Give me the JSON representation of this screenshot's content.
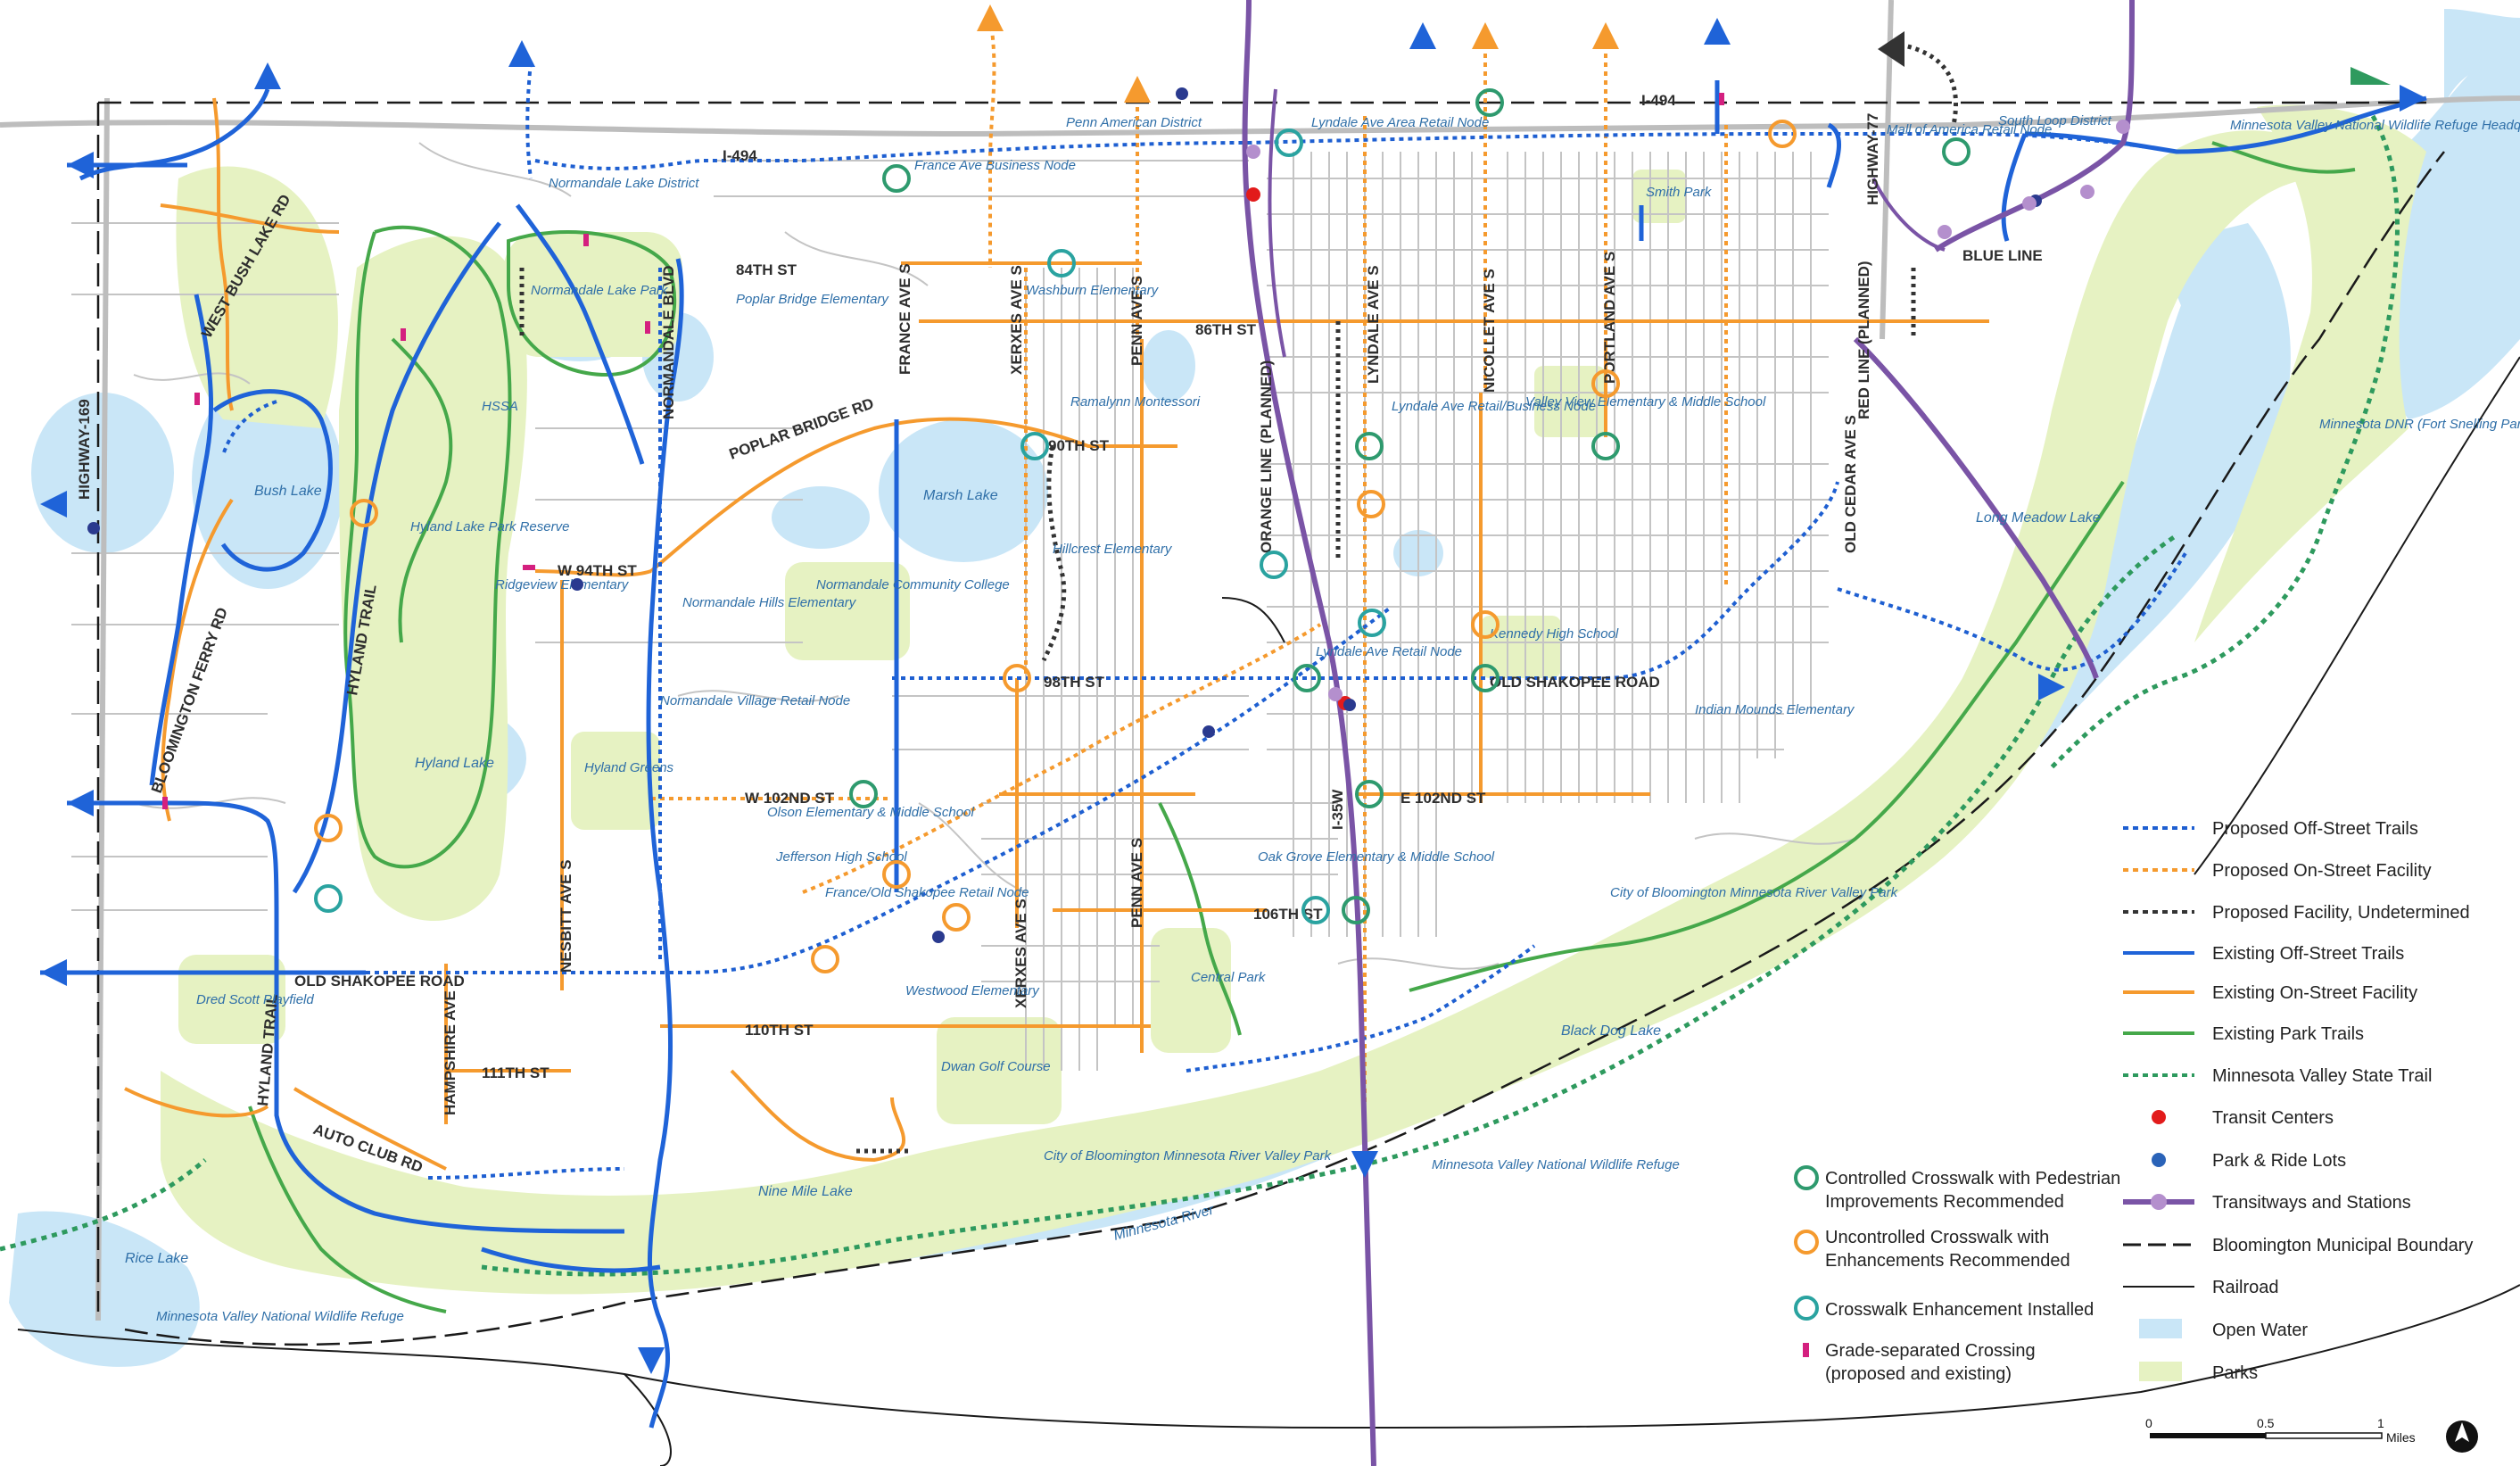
{
  "colors": {
    "water": "#c9e6f7",
    "park": "#e6f2c2",
    "proposed_off_street": "#1e5fd1",
    "proposed_on_street": "#f59a2e",
    "proposed_undetermined": "#333333",
    "existing_off_street": "#1f63d8",
    "existing_on_street": "#f59a2e",
    "existing_park_trails": "#45a84a",
    "mn_valley_state_trail": "#2e9a5e",
    "transit_center": "#e21b1b",
    "park_ride": "#2a63b8",
    "transitway": "#7a54a6",
    "station": "#b48fcd",
    "boundary": "#1a1a1a",
    "railroad": "#1a1a1a",
    "controlled_crosswalk": "#2e9a6e",
    "uncontrolled_crosswalk": "#f59a2e",
    "crosswalk_installed": "#2aa3a0",
    "grade_separated": "#d4207f"
  },
  "roads": {
    "i494": "I-494",
    "i494b": "I-494",
    "hwy169": "HIGHWAY-169",
    "hwy77": "HIGHWAY-77",
    "i35w": "I-35W",
    "west_bush_lake": "WEST BUSH LAKE RD",
    "bloomington_ferry": "BLOOMINGTON FERRY RD",
    "hyland_trail": "HYLAND TRAIL",
    "normandale_blvd": "NORMANDALE BLVD",
    "nesbitt": "NESBITT AVE S",
    "hampshire": "HAMPSHIRE AVE",
    "france": "FRANCE AVE S",
    "xerxes1": "XERXES AVE S",
    "xerxes2": "XERXES AVE S",
    "penn1": "PENN AVE S",
    "penn2": "PENN AVE S",
    "orange_line": "ORANGE LINE (PLANNED)",
    "lyndale": "LYNDALE AVE S",
    "nicollet": "NICOLLET AVE S",
    "portland": "PORTLAND AVE S",
    "red_line": "RED LINE (PLANNED)",
    "old_cedar": "OLD CEDAR AVE S",
    "blue_line": "BLUE LINE",
    "st84": "84TH ST",
    "st86": "86TH ST",
    "st90": "90TH ST",
    "st98": "98TH ST",
    "w94": "W 94TH ST",
    "w102": "W 102ND ST",
    "e102": "E 102ND ST",
    "st106": "106TH ST",
    "st110": "110TH ST",
    "st111": "111TH ST",
    "poplar_bridge": "POPLAR BRIDGE RD",
    "old_shakopee_w": "OLD SHAKOPEE ROAD",
    "old_shakopee_e": "OLD SHAKOPEE ROAD",
    "hyland_trail_s": "HYLAND TRAIL",
    "auto_club": "AUTO CLUB RD"
  },
  "places": {
    "normandale_lake_district": "Normandale Lake District",
    "normandale_lake_park": "Normandale Lake Park",
    "poplar_bridge_elem": "Poplar Bridge Elementary",
    "france_ave_node": "France Ave Business Node",
    "penn_american": "Penn American District",
    "lyndale_area_node": "Lyndale Ave Area Retail Node",
    "mall_of_america": "Mall of America Retail Node",
    "south_loop": "South Loop District",
    "smith_park": "Smith Park",
    "washburn": "Washburn Elementary",
    "hssa": "HSSA",
    "ramalynn": "Ramalynn Montessori",
    "lyndale_retail_node": "Lyndale Ave Retail/Business Node",
    "valley_view": "Valley View Elementary & Middle School",
    "bush_lake": "Bush Lake",
    "hyland_lake_park": "Hyland Lake Park Reserve",
    "marsh_lake": "Marsh Lake",
    "hillcrest": "Hillcrest Elementary",
    "ridgeview": "Ridgeview Elementary",
    "normandale_hills": "Normandale Hills Elementary",
    "normandale_college": "Normandale Community College",
    "kennedy": "Kennedy High School",
    "lyndale_node_s": "Lyndale Ave Retail Node",
    "normandale_village": "Normandale Village Retail Node",
    "hyland_lake": "Hyland Lake",
    "hyland_greens": "Hyland Greens",
    "indian_mounds": "Indian Mounds Elementary",
    "olson": "Olson Elementary & Middle School",
    "jefferson": "Jefferson High School",
    "oak_grove": "Oak Grove Elementary & Middle School",
    "france_old_shakopee": "France/Old Shakopee Retail Node",
    "dred_scott": "Dred Scott Playfield",
    "westwood": "Westwood Elementary",
    "central_park": "Central Park",
    "dwan": "Dwan Golf Course",
    "long_meadow": "Long Meadow Lake",
    "mn_valley_hq": "Minnesota Valley National Wildlife Refuge Headquarters",
    "mn_dnr": "Minnesota DNR (Fort Snelling Park)",
    "bloomington_mn_river_e": "City of Bloomington Minnesota River Valley Park",
    "black_dog": "Black Dog Lake",
    "mn_valley_refuge_c": "Minnesota Valley National Wildlife Refuge",
    "mn_valley_refuge_w": "Minnesota Valley National Wildlife Refuge",
    "bloomington_mn_river_w": "City of Bloomington Minnesota River Valley Park",
    "nine_mile": "Nine Mile Lake",
    "minnesota_river": "Minnesota River",
    "rice_lake": "Rice Lake"
  },
  "legend": {
    "proposed_off_street": "Proposed Off-Street Trails",
    "proposed_on_street": "Proposed On-Street Facility",
    "proposed_undetermined": "Proposed Facility, Undetermined",
    "existing_off_street": "Existing Off-Street Trails",
    "existing_on_street": "Existing On-Street Facility",
    "existing_park_trails": "Existing Park Trails",
    "mn_valley_state_trail": "Minnesota Valley State Trail",
    "transit_centers": "Transit Centers",
    "park_ride": "Park & Ride Lots",
    "transitways": "Transitways and Stations",
    "boundary": "Bloomington Municipal Boundary",
    "railroad": "Railroad",
    "open_water": "Open Water",
    "parks": "Parks",
    "controlled_crosswalk_1": "Controlled Crosswalk with Pedestrian",
    "controlled_crosswalk_2": "Improvements Recommended",
    "uncontrolled_crosswalk_1": "Uncontrolled Crosswalk with",
    "uncontrolled_crosswalk_2": "Enhancements Recommended",
    "crosswalk_installed": "Crosswalk Enhancement Installed",
    "grade_separated_1": "Grade-separated Crossing",
    "grade_separated_2": "(proposed and existing)"
  },
  "scale": {
    "zero": "0",
    "half": "0.5",
    "one": "1",
    "unit": "Miles"
  },
  "north_arrow": "north-arrow"
}
